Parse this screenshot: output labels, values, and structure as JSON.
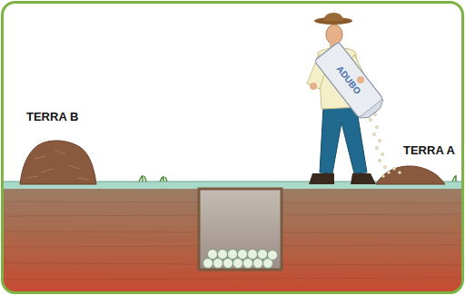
{
  "diagram": {
    "labels": [
      "TERRA B",
      "TERRA A",
      "ADUBO"
    ]
  }
}
